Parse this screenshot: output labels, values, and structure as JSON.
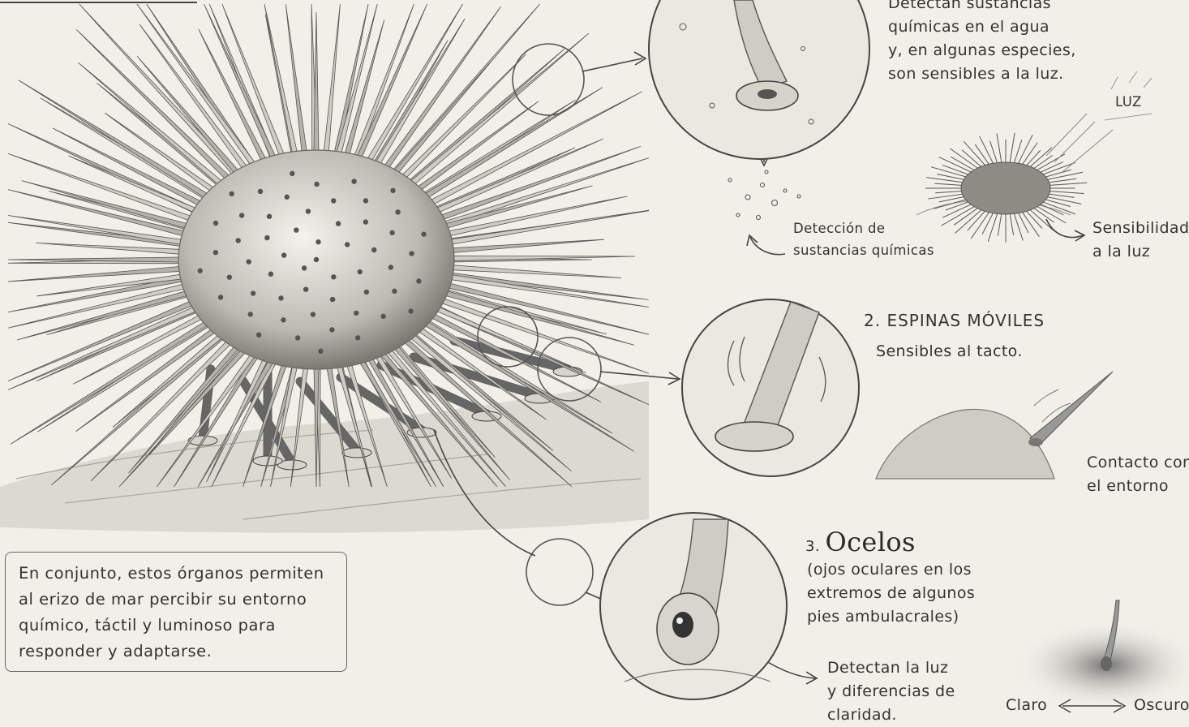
{
  "section1": {
    "description": [
      "Detectan sustancias",
      "químicas en el agua",
      "y, en algunas especies,",
      "son sensibles a la luz."
    ],
    "chem_label": [
      "Detección de",
      "sustancias químicas"
    ],
    "luz_label": "Luz",
    "light_label": [
      "Sensibilidad",
      "a la luz"
    ]
  },
  "section2": {
    "title": "2. ESPINAS MÓVILES",
    "subtitle": "Sensibles al tacto.",
    "contact_label": [
      "Contacto con",
      "el entorno"
    ]
  },
  "section3": {
    "number": "3.",
    "title": "Ocelos",
    "description": [
      "(ojos oculares en los",
      "extremos de algunos",
      "pies ambulacrales)"
    ],
    "detect_label": [
      "Detectan la luz",
      "y diferencias de",
      "claridad."
    ],
    "claro": "Claro",
    "oscuro": "Oscuro"
  },
  "summary": [
    "En conjunto, estos órganos permiten",
    "al erizo de mar percibir su entorno",
    "químico, táctil y luminoso para",
    "responder y adaptarse."
  ]
}
